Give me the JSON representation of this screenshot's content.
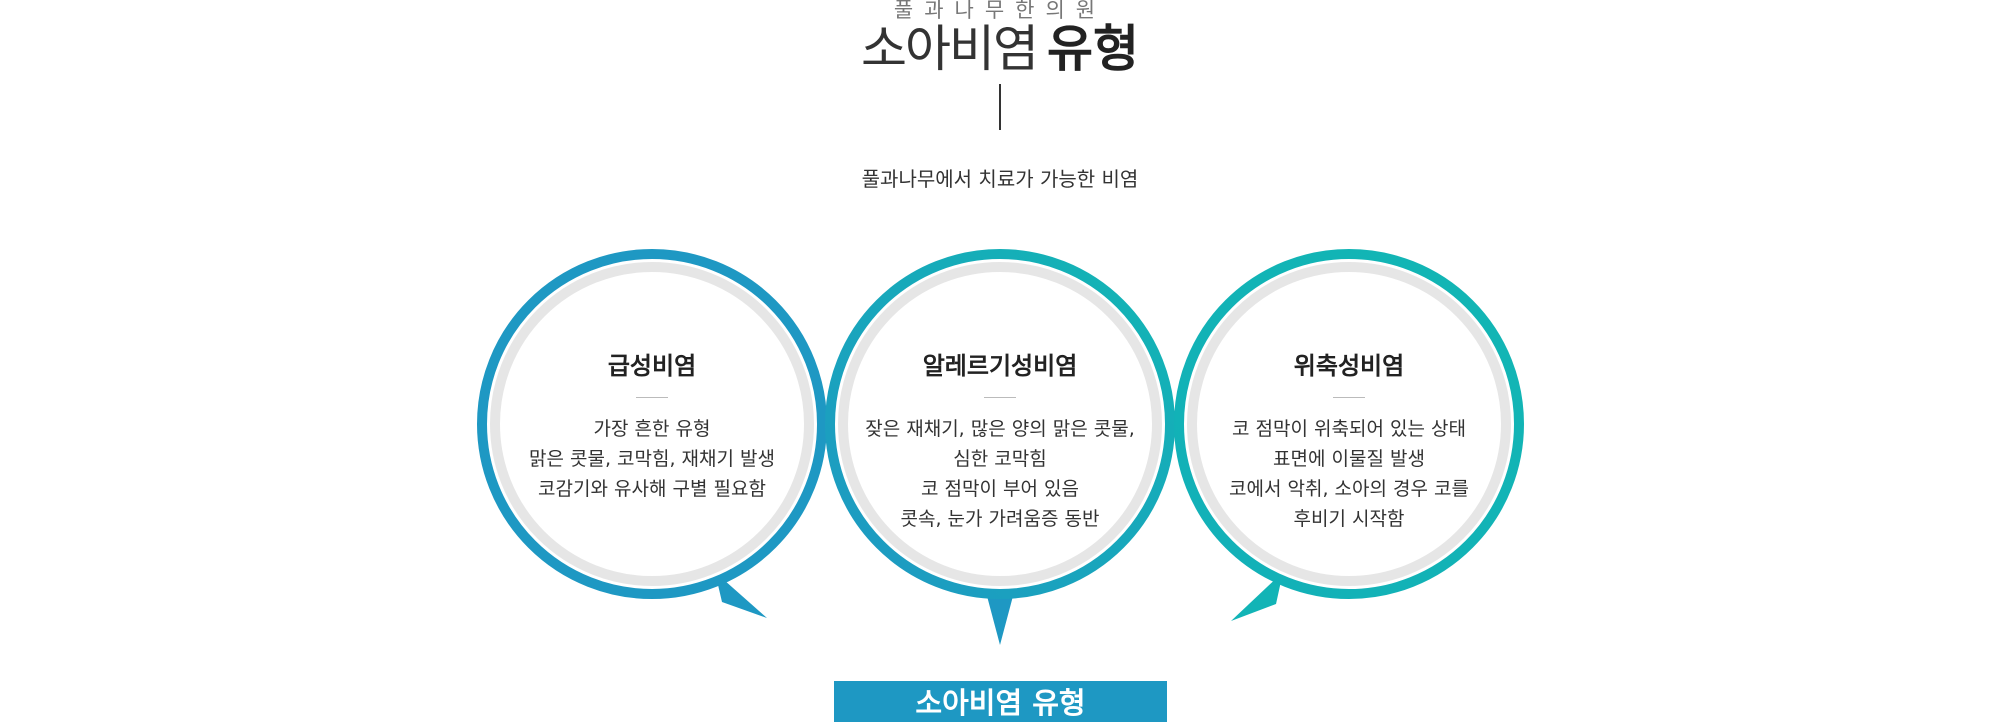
{
  "header": {
    "eyebrow": "풀과나무한의원",
    "title_light": "소아비염",
    "title_bold": "유형",
    "subtitle": "풀과나무에서 치료가 가능한 비염"
  },
  "colors": {
    "blue": "#1e98c3",
    "teal": "#12b6b4",
    "inner_ring": "#e6e6e6"
  },
  "bubbles": [
    {
      "title": "급성비염",
      "lines": [
        "가장 흔한 유형",
        "맑은 콧물, 코막힘, 재채기 발생",
        "코감기와 유사해 구별 필요함"
      ]
    },
    {
      "title": "알레르기성비염",
      "lines": [
        "잦은 재채기, 많은 양의 맑은 콧물,",
        "심한 코막힘",
        "코 점막이 부어 있음",
        "콧속, 눈가 가려움증 동반"
      ]
    },
    {
      "title": "위축성비염",
      "lines": [
        "코 점막이 위축되어 있는 상태",
        "표면에 이물질 발생",
        "코에서 악취, 소아의 경우 코를",
        "후비기 시작함"
      ]
    }
  ],
  "footer": {
    "bar_label": "소아비염 유형"
  }
}
